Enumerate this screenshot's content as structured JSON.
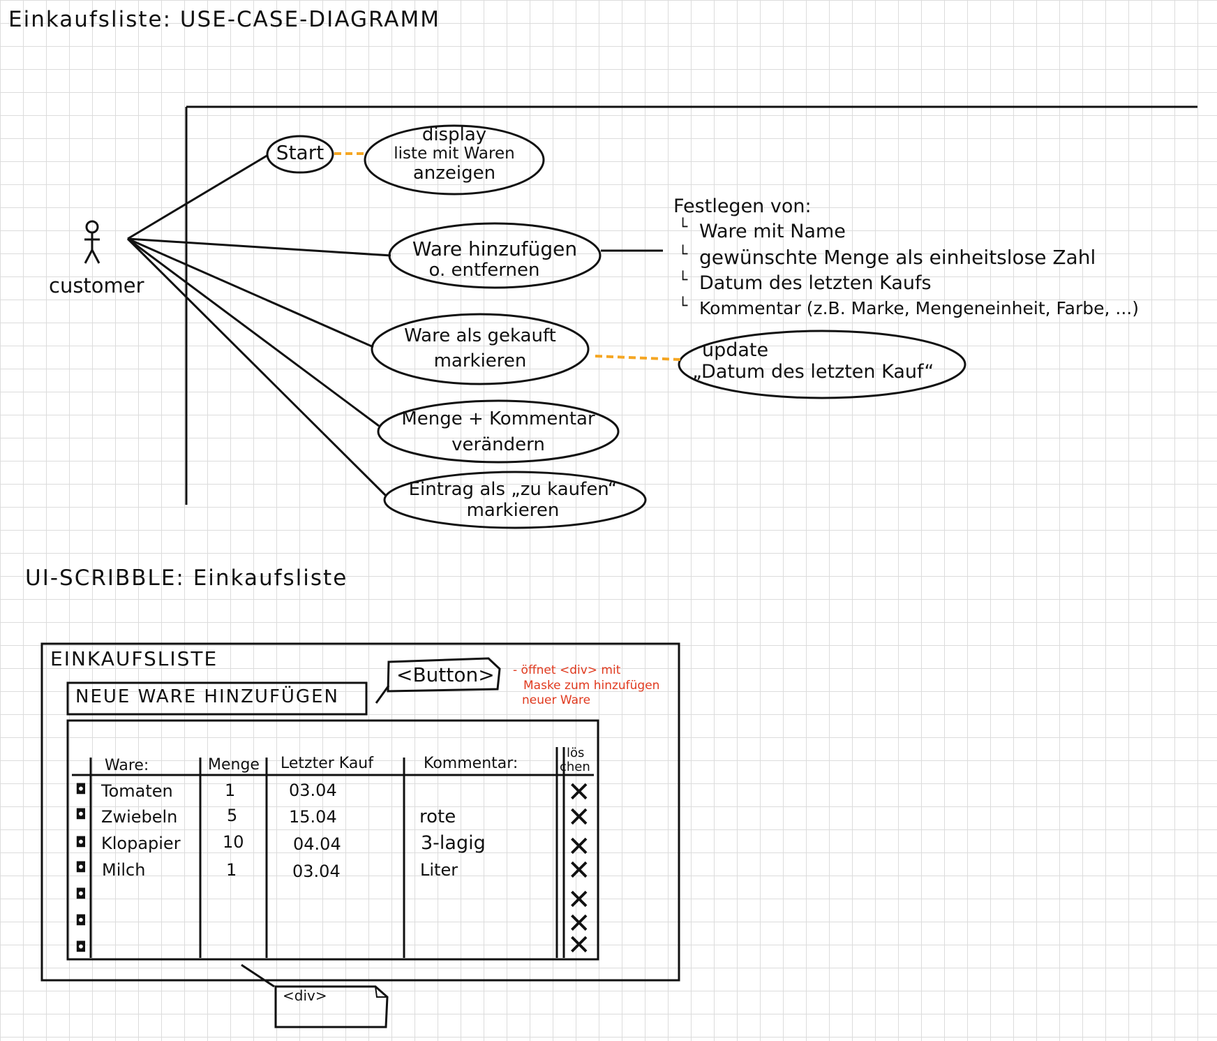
{
  "titles": {
    "usecase": "Einkaufsliste:  USE-CASE-DIAGRAMM",
    "scribble": "UI-SCRIBBLE: Einkaufsliste"
  },
  "usecase": {
    "actor": "customer",
    "start": "Start",
    "display": [
      "display",
      "liste mit Waren",
      "anzeigen"
    ],
    "add": [
      "Ware hinzufügen",
      "o. entfernen"
    ],
    "bought": [
      "Ware als gekauft",
      "markieren"
    ],
    "update": [
      "update",
      "„Datum des letzten Kauf“"
    ],
    "edit": [
      "Menge + Kommentar",
      "verändern"
    ],
    "tobuy": [
      "Eintrag als „zu kaufen“",
      "markieren"
    ]
  },
  "note": {
    "heading": "Festlegen von:",
    "items": [
      "Ware mit Name",
      "gewünschte Menge als einheitslose Zahl",
      "Datum des letzten Kaufs",
      "Kommentar (z.B. Marke, Mengeneinheit, Farbe, ...)"
    ]
  },
  "mock": {
    "title": "EINKAUFSLISTE",
    "add_button": "NEUE WARE HINZUFÜGEN",
    "button_tag": "<Button>",
    "button_note": [
      "- öffnet <div> mit",
      "Maske zum hinzufügen",
      "neuer Ware"
    ],
    "div_tag": "<div>",
    "headers": [
      "Ware:",
      "Menge",
      "Letzter Kauf",
      "Kommentar:",
      "lös",
      "chen"
    ],
    "rows": [
      {
        "ware": "Tomaten",
        "menge": "1",
        "kauf": "03.04",
        "kommentar": ""
      },
      {
        "ware": "Zwiebeln",
        "menge": "5",
        "kauf": "15.04",
        "kommentar": "rote"
      },
      {
        "ware": "Klopapier",
        "menge": "10",
        "kauf": "04.04",
        "kommentar": "3-lagig"
      },
      {
        "ware": "Milch",
        "menge": "1",
        "kauf": "03.04",
        "kommentar": "Liter"
      }
    ],
    "checkbox_glyph": "◘",
    "delete_glyph": "✕"
  },
  "colors": {
    "ink": "#111111",
    "dashed_link": "#f5a623",
    "annotation": "#e03a1f",
    "grid": "#dcdcdc"
  }
}
